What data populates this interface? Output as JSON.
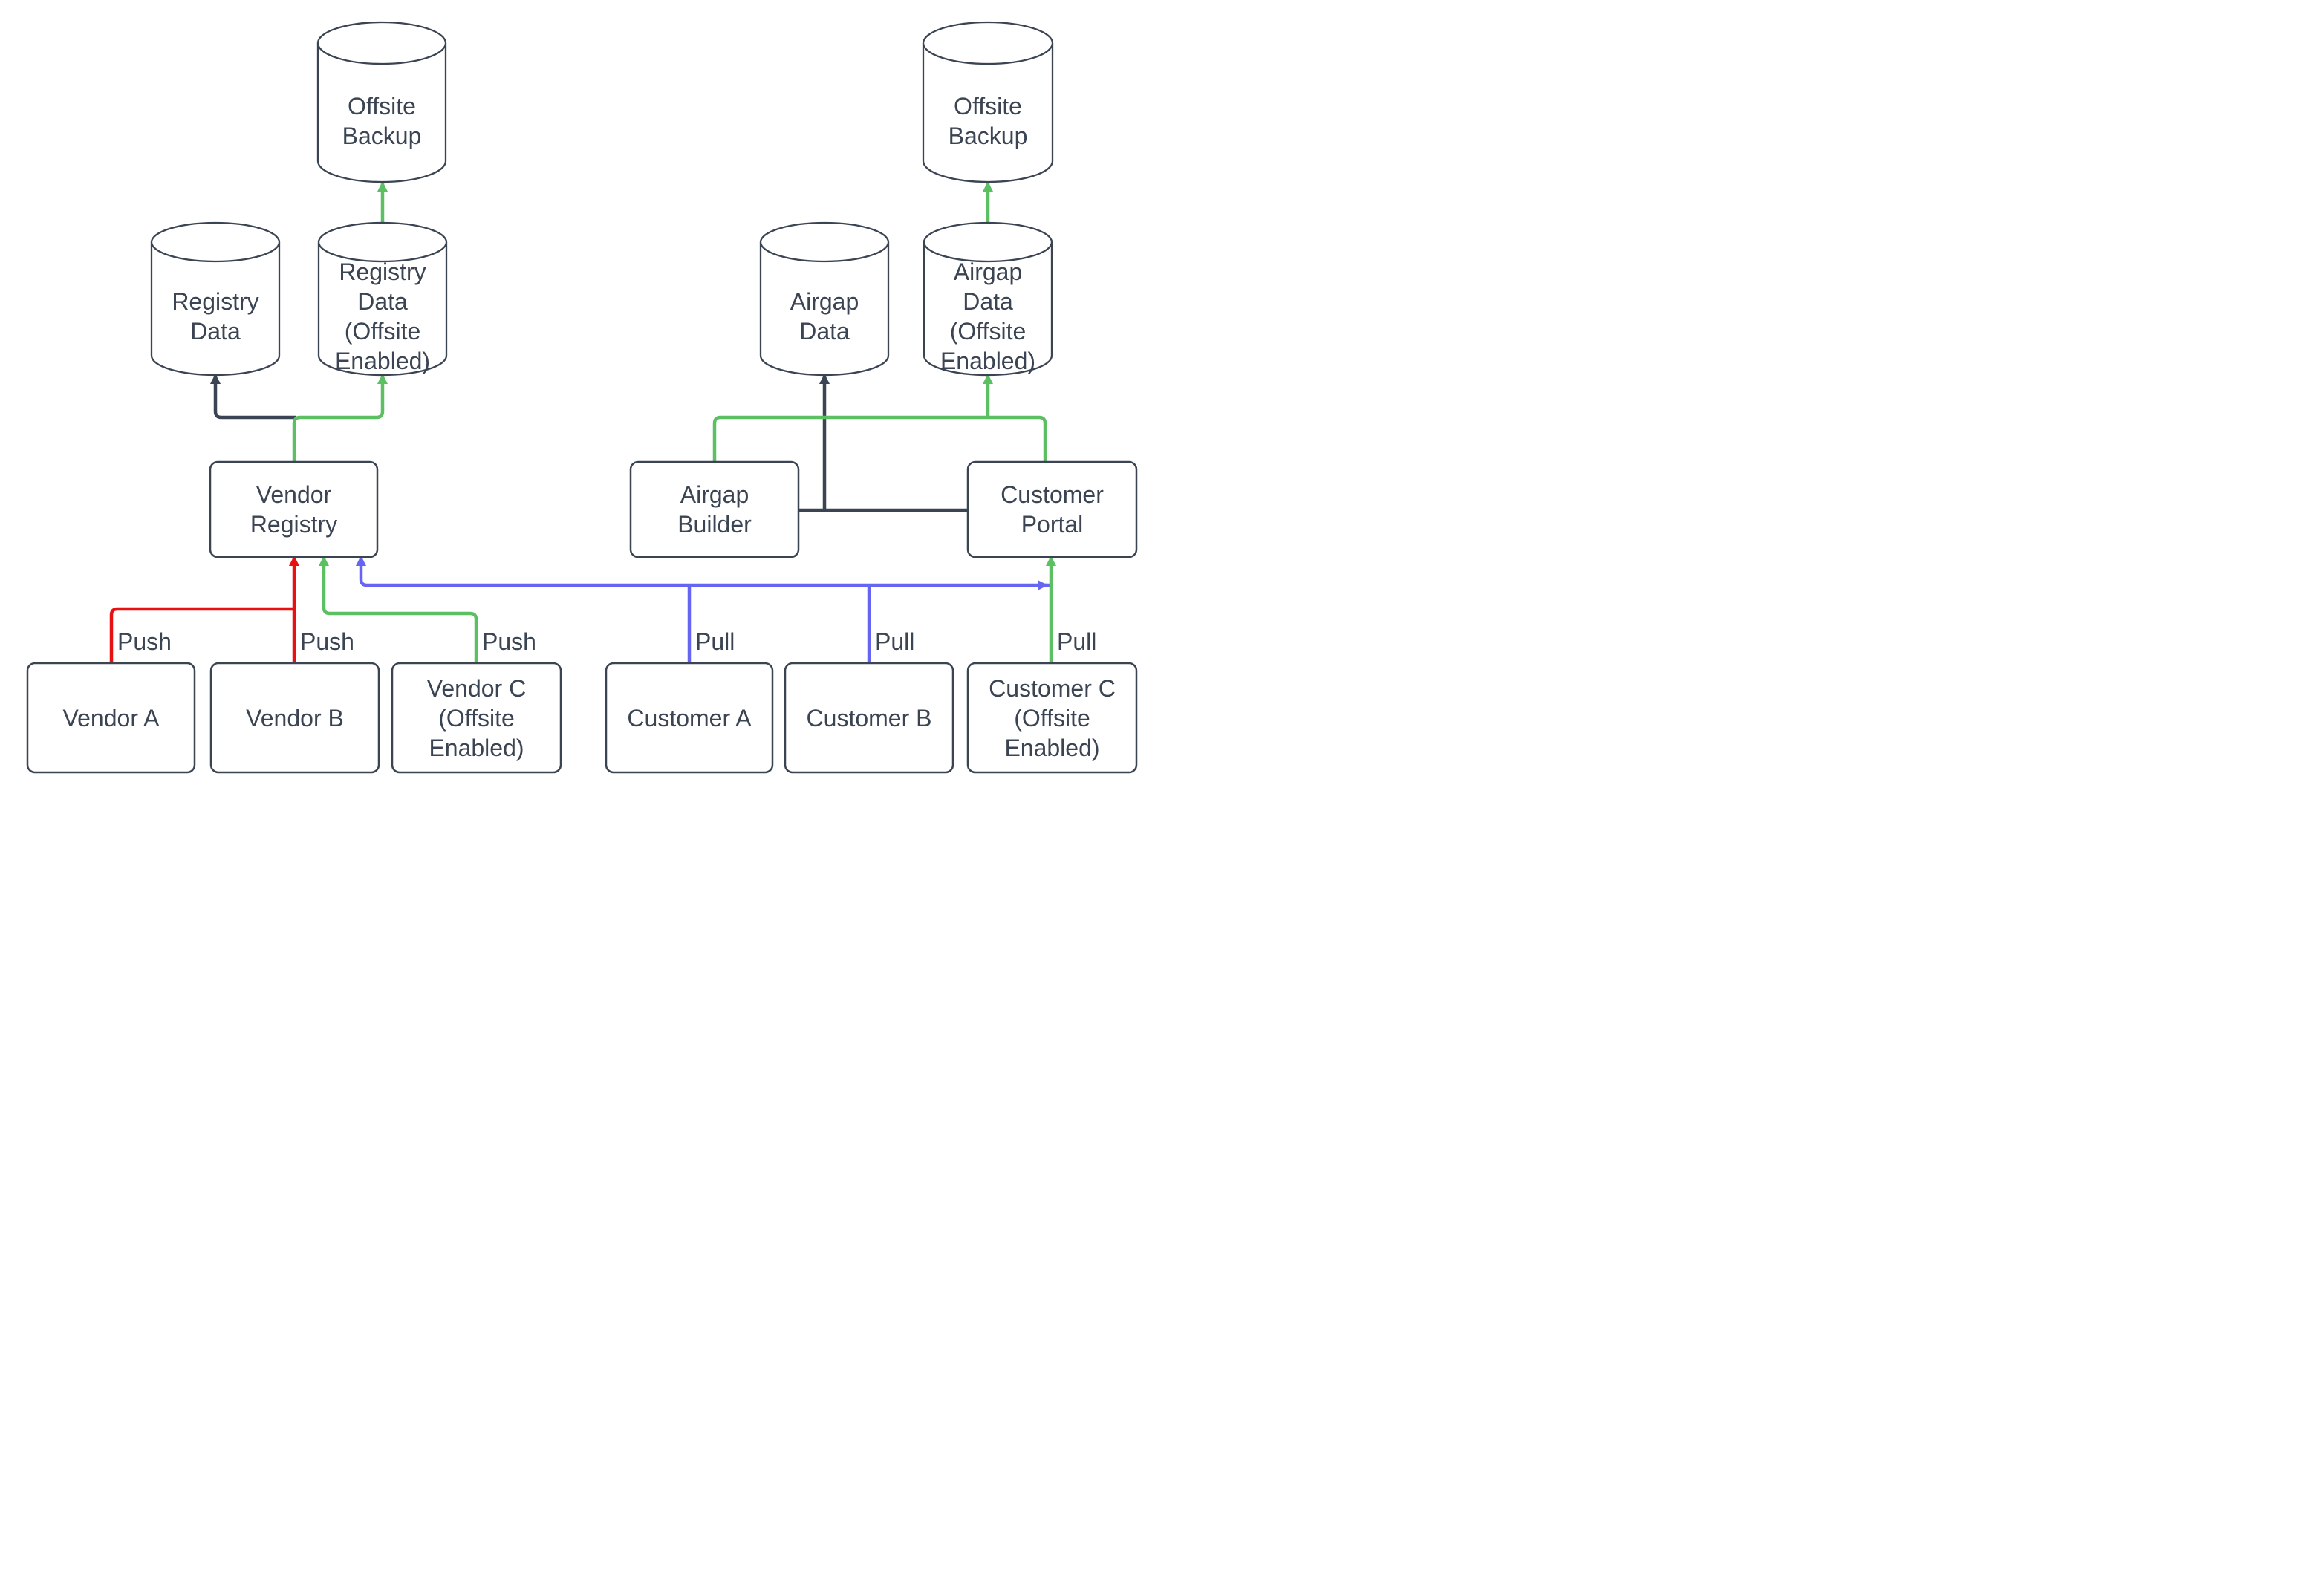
{
  "diagram_type": "architecture-flow",
  "colors": {
    "dark": "#3b4452",
    "red": "#e81111",
    "green": "#5cbf62",
    "blue": "#6665f2",
    "node_fill": "#ffffff",
    "background": "#ffffff"
  },
  "nodes": {
    "offsite_backup_left": {
      "label": "Offsite\nBackup",
      "shape": "cylinder"
    },
    "registry_data": {
      "label": "Registry\nData",
      "shape": "cylinder"
    },
    "registry_data_offsite": {
      "label": "Registry\nData\n(Offsite\nEnabled)",
      "shape": "cylinder"
    },
    "vendor_registry": {
      "label": "Vendor\nRegistry",
      "shape": "box"
    },
    "vendor_a": {
      "label": "Vendor A",
      "shape": "box"
    },
    "vendor_b": {
      "label": "Vendor B",
      "shape": "box"
    },
    "vendor_c": {
      "label": "Vendor C\n(Offsite\nEnabled)",
      "shape": "box"
    },
    "offsite_backup_right": {
      "label": "Offsite\nBackup",
      "shape": "cylinder"
    },
    "airgap_data": {
      "label": "Airgap\nData",
      "shape": "cylinder"
    },
    "airgap_data_offsite": {
      "label": "Airgap\nData\n(Offsite\nEnabled)",
      "shape": "cylinder"
    },
    "airgap_builder": {
      "label": "Airgap\nBuilder",
      "shape": "box"
    },
    "customer_portal": {
      "label": "Customer\nPortal",
      "shape": "box"
    },
    "customer_a": {
      "label": "Customer A",
      "shape": "box"
    },
    "customer_b": {
      "label": "Customer B",
      "shape": "box"
    },
    "customer_c": {
      "label": "Customer C\n(Offsite\nEnabled)",
      "shape": "box"
    }
  },
  "edge_labels": {
    "vendor_a_push": "Push",
    "vendor_b_push": "Push",
    "vendor_c_push": "Push",
    "customer_a_pull": "Pull",
    "customer_b_pull": "Pull",
    "customer_c_pull": "Pull"
  }
}
